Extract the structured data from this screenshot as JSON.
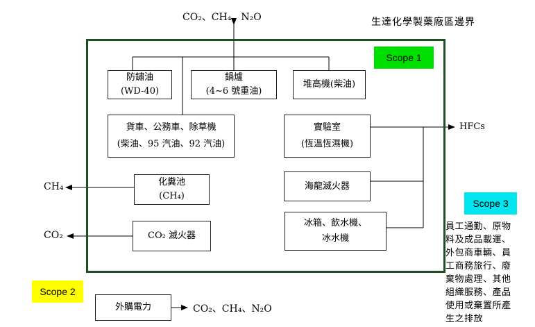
{
  "title": "生達化學製藥廠區邊界",
  "emissions_top": "CO₂、CH₄、N₂O",
  "scope1": {
    "label": "Scope 1",
    "color": "#00e000"
  },
  "scope2": {
    "label": "Scope 2",
    "color": "#ffff00"
  },
  "scope3": {
    "label": "Scope 3",
    "color": "#00e5ee"
  },
  "boxes": {
    "rust_oil": {
      "line1": "防鏽油",
      "line2": "(WD-40)"
    },
    "boiler": {
      "line1": "鍋爐",
      "line2": "(4~6 號重油)"
    },
    "forklift": {
      "line1": "堆高機(柴油)"
    },
    "vehicles": {
      "line1": "貨車、公務車、除草機",
      "line2": "(柴油、95 汽油、92 汽油)"
    },
    "lab": {
      "line1": "實驗室",
      "line2": "(恆溫恆濕機)"
    },
    "septic": {
      "line1": "化糞池",
      "line2": "(CH₄)"
    },
    "halon": {
      "line1": "海龍滅火器"
    },
    "co2_ext": {
      "line1": "CO₂ 滅火器"
    },
    "fridge": {
      "line1": "冰箱、飲水機、",
      "line2": "冰水機"
    },
    "power": {
      "line1": "外購電力"
    }
  },
  "outputs": {
    "hfcs": "HFCs",
    "ch4": "CH₄",
    "co2": "CO₂",
    "power_emissions": "CO₂、CH₄、N₂O"
  },
  "scope3_text": [
    "員工通勤、原物",
    "料及成品載運、",
    "外包商車輛、員",
    "工商務旅行、廢",
    "棄物處理、其他",
    "組織服務、產品",
    "使用或棄置所產",
    "生之排放"
  ]
}
